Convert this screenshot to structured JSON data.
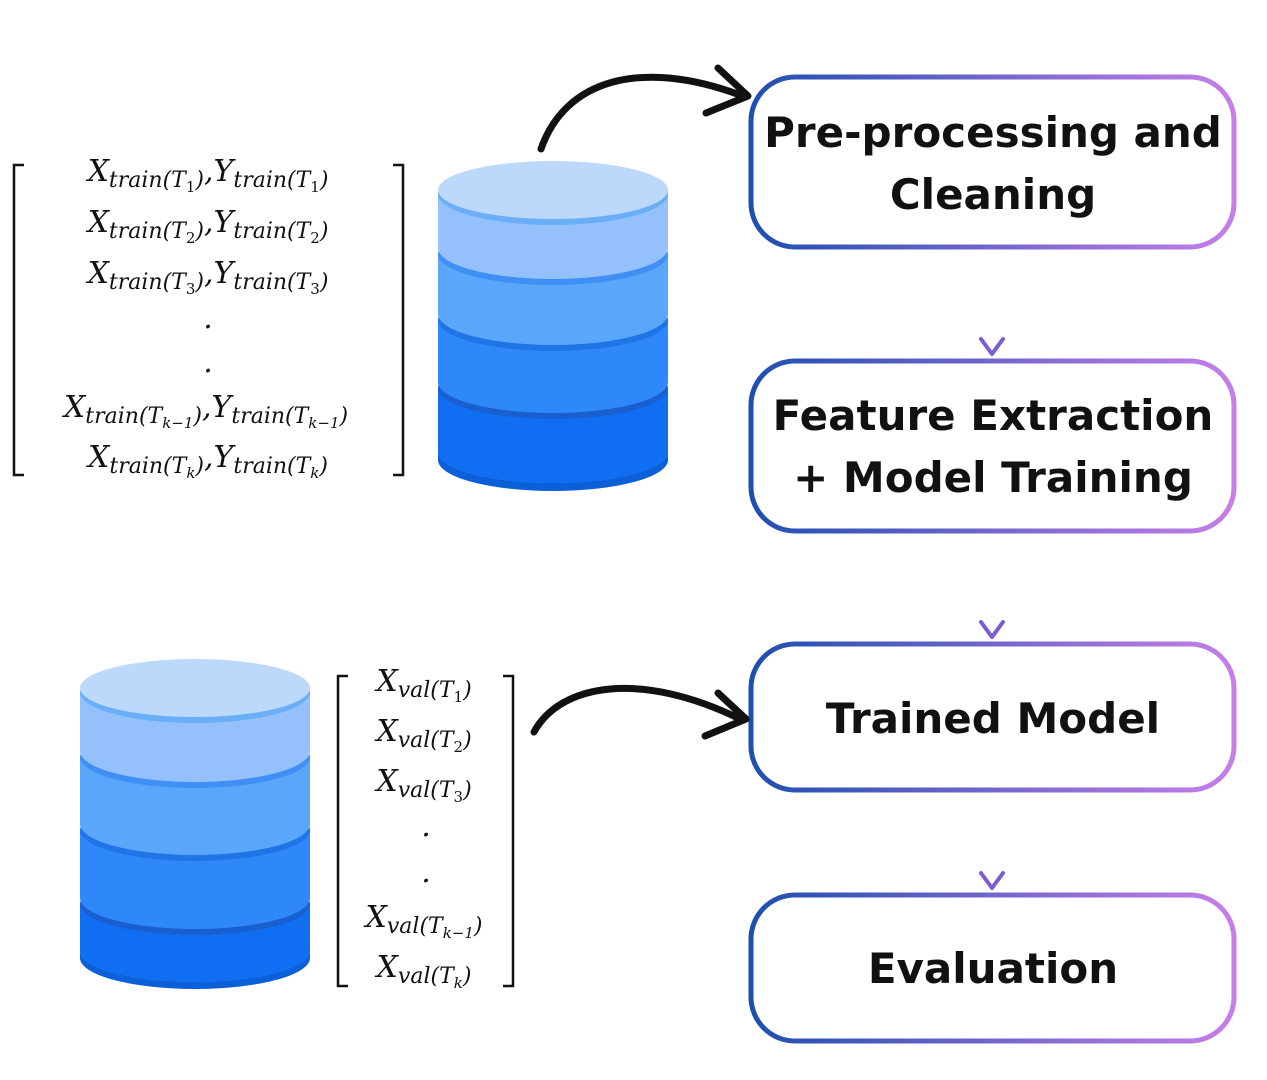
{
  "pipeline": {
    "steps": [
      {
        "line1": "Pre-processing and",
        "line2": "Cleaning"
      },
      {
        "line1": "Feature Extraction",
        "line2": "+ Model Training"
      },
      {
        "line1": "Trained Model"
      },
      {
        "line1": "Evaluation"
      }
    ]
  },
  "train_matrix": {
    "rows": [
      {
        "x": "X",
        "x_sub": "train(T",
        "x_idx": "1",
        "sep": ",",
        "y": "Y",
        "y_sub": "train(T",
        "y_idx": "1",
        "close": ")"
      },
      {
        "x": "X",
        "x_sub": "train(T",
        "x_idx": "2",
        "sep": ",",
        "y": "Y",
        "y_sub": "train(T",
        "y_idx": "2",
        "close": ")"
      },
      {
        "x": "X",
        "x_sub": "train(T",
        "x_idx": "3",
        "sep": ",",
        "y": "Y",
        "y_sub": "train(T",
        "y_idx": "3",
        "close": ")"
      },
      {
        "x": "X",
        "x_sub": "train(T",
        "x_idx": "k−1",
        "sep": ",",
        "y": "Y",
        "y_sub": "train(T",
        "y_idx": "k−1",
        "close": ")"
      },
      {
        "x": "X",
        "x_sub": "train(T",
        "x_idx": "k",
        "sep": ",",
        "y": "Y",
        "y_sub": "train(T",
        "y_idx": "k",
        "close": ")"
      }
    ],
    "ellipsis": "."
  },
  "val_matrix": {
    "rows": [
      {
        "x": "X",
        "x_sub": "val(T",
        "x_idx": "1",
        "close": ")"
      },
      {
        "x": "X",
        "x_sub": "val(T",
        "x_idx": "2",
        "close": ")"
      },
      {
        "x": "X",
        "x_sub": "val(T",
        "x_idx": "3",
        "close": ")"
      },
      {
        "x": "X",
        "x_sub": "val(T",
        "x_idx": "k−1",
        "close": ")"
      },
      {
        "x": "X",
        "x_sub": "val(T",
        "x_idx": "k",
        "close": ")"
      }
    ],
    "ellipsis": "."
  },
  "colors": {
    "gradient_start": "#1e4fb0",
    "gradient_end": "#c77ee8",
    "db_top": "#bcd9fb",
    "db_layer1": "#94c1fb",
    "db_layer2": "#5aa6fb",
    "db_layer3": "#2e88fa",
    "db_layer4": "#0f6ef2",
    "db_rim": "#1a70e8",
    "ink": "#111111"
  }
}
